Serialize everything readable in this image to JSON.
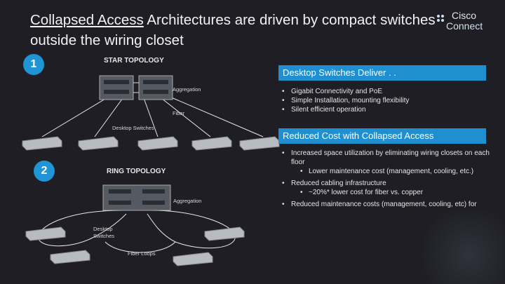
{
  "title": {
    "underlined": "Collapsed Access",
    "rest": " Architectures are driven by compact switches",
    "line2": "outside the wiring closet"
  },
  "logo": {
    "line1": "Cisco",
    "line2": "Connect"
  },
  "star": {
    "number": "1",
    "heading": "STAR TOPOLOGY",
    "aggregation": "Aggregation",
    "fiber": "Fiber",
    "desktop": "Desktop Switches"
  },
  "ring": {
    "number": "2",
    "heading": "RING TOPOLOGY",
    "aggregation": "Aggregation",
    "desktop_line1": "Desktop",
    "desktop_line2": "Switches",
    "fiber_loops": "Fiber Loops"
  },
  "deliver": {
    "heading": "Desktop Switches Deliver . .",
    "items": [
      "Gigabit Connectivity and PoE",
      "Simple Installation, mounting flexibility",
      "Silent efficient operation"
    ]
  },
  "cost": {
    "heading": "Reduced Cost with Collapsed Access",
    "item1": "Increased space utilization by eliminating wiring closets on each floor",
    "sub1": "Lower maintenance cost (management, cooling, etc.)",
    "item2": "Reduced cabling infrastructure",
    "sub2": "~20%* lower cost for fiber vs. copper",
    "item3": "Reduced maintenance costs (management, cooling, etc) for"
  },
  "colors": {
    "accent": "#1f8fd0",
    "background": "#1e1e24"
  }
}
